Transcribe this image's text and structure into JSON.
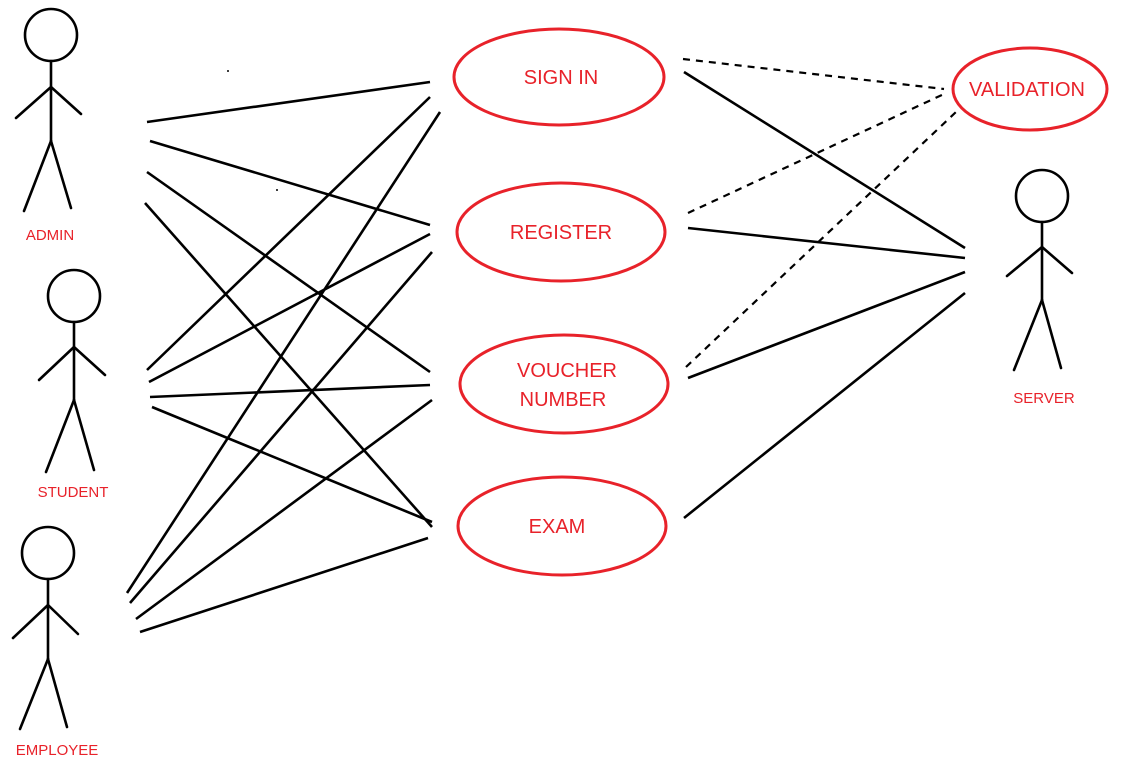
{
  "colors": {
    "accent": "#e8222a",
    "line": "#000000",
    "background": "#ffffff"
  },
  "actors": {
    "admin": "ADMIN",
    "student": "STUDENT",
    "employee": "EMPLOYEE",
    "server": "SERVER"
  },
  "use_cases": {
    "sign_in": "SIGN IN",
    "register": "REGISTER",
    "voucher_line1": "VOUCHER",
    "voucher_line2": "NUMBER",
    "exam": "EXAM",
    "validation": "VALIDATION"
  }
}
